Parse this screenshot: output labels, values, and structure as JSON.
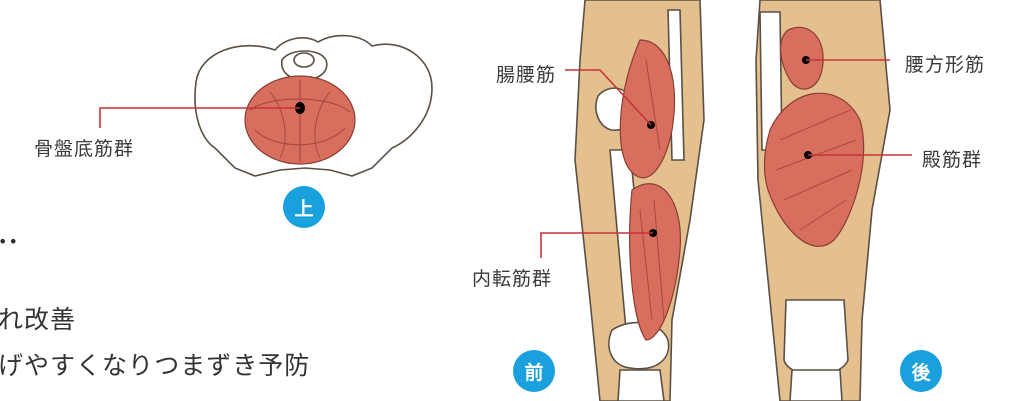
{
  "labels": {
    "pelvic_floor": "骨盤底筋群",
    "iliopsoas": "腸腰筋",
    "adductors": "内転筋群",
    "quadratus_lumborum": "腰方形筋",
    "gluteals": "殿筋群"
  },
  "badges": {
    "top": "上",
    "front": "前",
    "back": "後"
  },
  "body_text": {
    "dots": "••",
    "line1": "れ改善",
    "line2": "げやすくなりつまずき予防"
  },
  "colors": {
    "badge": "#1aa0dc",
    "leader_line": "#c8323a",
    "muscle": "#d86f5e",
    "skin": "#e5c08f",
    "bone": "#ffffff",
    "outline": "#5a5045"
  }
}
